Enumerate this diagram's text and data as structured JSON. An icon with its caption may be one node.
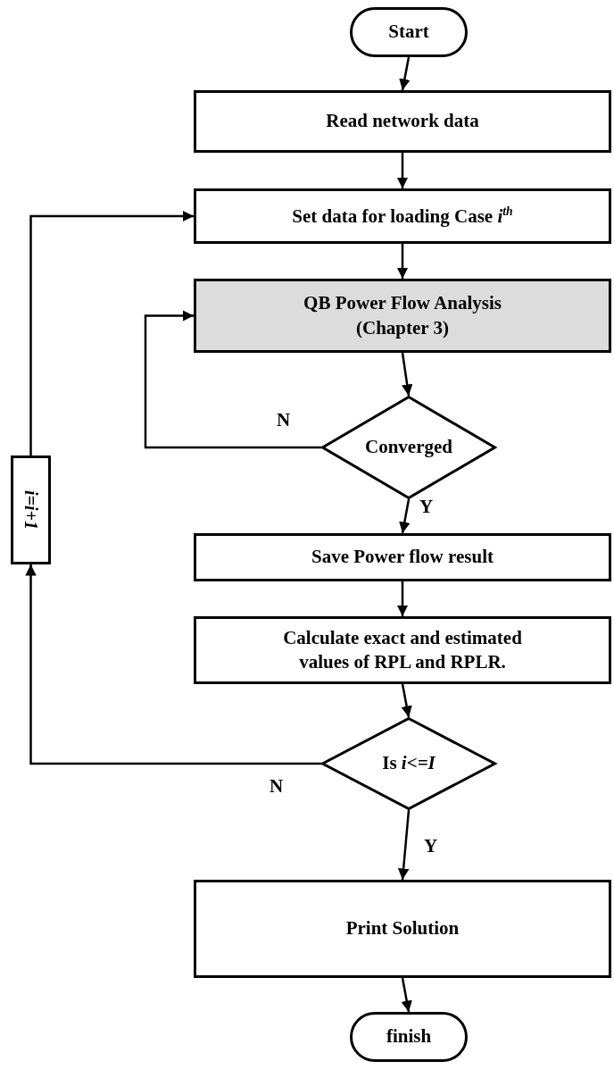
{
  "diagram": {
    "nodes": [
      {
        "text": [
          "Start"
        ]
      },
      {
        "text": [
          "Read  network  data"
        ]
      },
      {
        "text": [
          "Set data for loading Case *i*$^{th}$"
        ]
      },
      {
        "text": [
          "QB Power Flow Analysis (Chapter 3)"
        ]
      },
      {
        "text": [
          "Converged"
        ]
      },
      {
        "text": [
          "Save Power flow result"
        ]
      },
      {
        "text": [
          "Calculate exact and estimated values of RPL and RPLR."
        ]
      },
      {
        "text": [
          "Is *i<=I*"
        ]
      },
      {
        "text": [
          "Print Solution"
        ]
      },
      {
        "text": [
          "finish"
        ]
      },
      {
        "text": [
          "i=i+1"
        ]
      }
    ],
    "edges": [
      {
        "from": 0,
        "to": 1,
        "arrow": "to"
      },
      {
        "from": 1,
        "to": 2,
        "arrow": "to"
      },
      {
        "from": 2,
        "to": 3,
        "arrow": "to"
      },
      {
        "from": 3,
        "to": 4,
        "arrow": "to"
      },
      {
        "from": 4,
        "to": 3,
        "arrow": "to",
        "label": "N"
      },
      {
        "from": 4,
        "to": 5,
        "arrow": "to",
        "label": "Y"
      },
      {
        "from": 5,
        "to": 6,
        "arrow": "to"
      },
      {
        "from": 6,
        "to": 7,
        "arrow": "to"
      },
      {
        "from": 7,
        "to": 10,
        "arrow": "to",
        "label": "N"
      },
      {
        "from": 10,
        "to": 2,
        "arrow": "to"
      },
      {
        "from": 7,
        "to": 8,
        "arrow": "to",
        "label": "Y"
      },
      {
        "from": 8,
        "to": 9,
        "arrow": "to"
      }
    ]
  }
}
